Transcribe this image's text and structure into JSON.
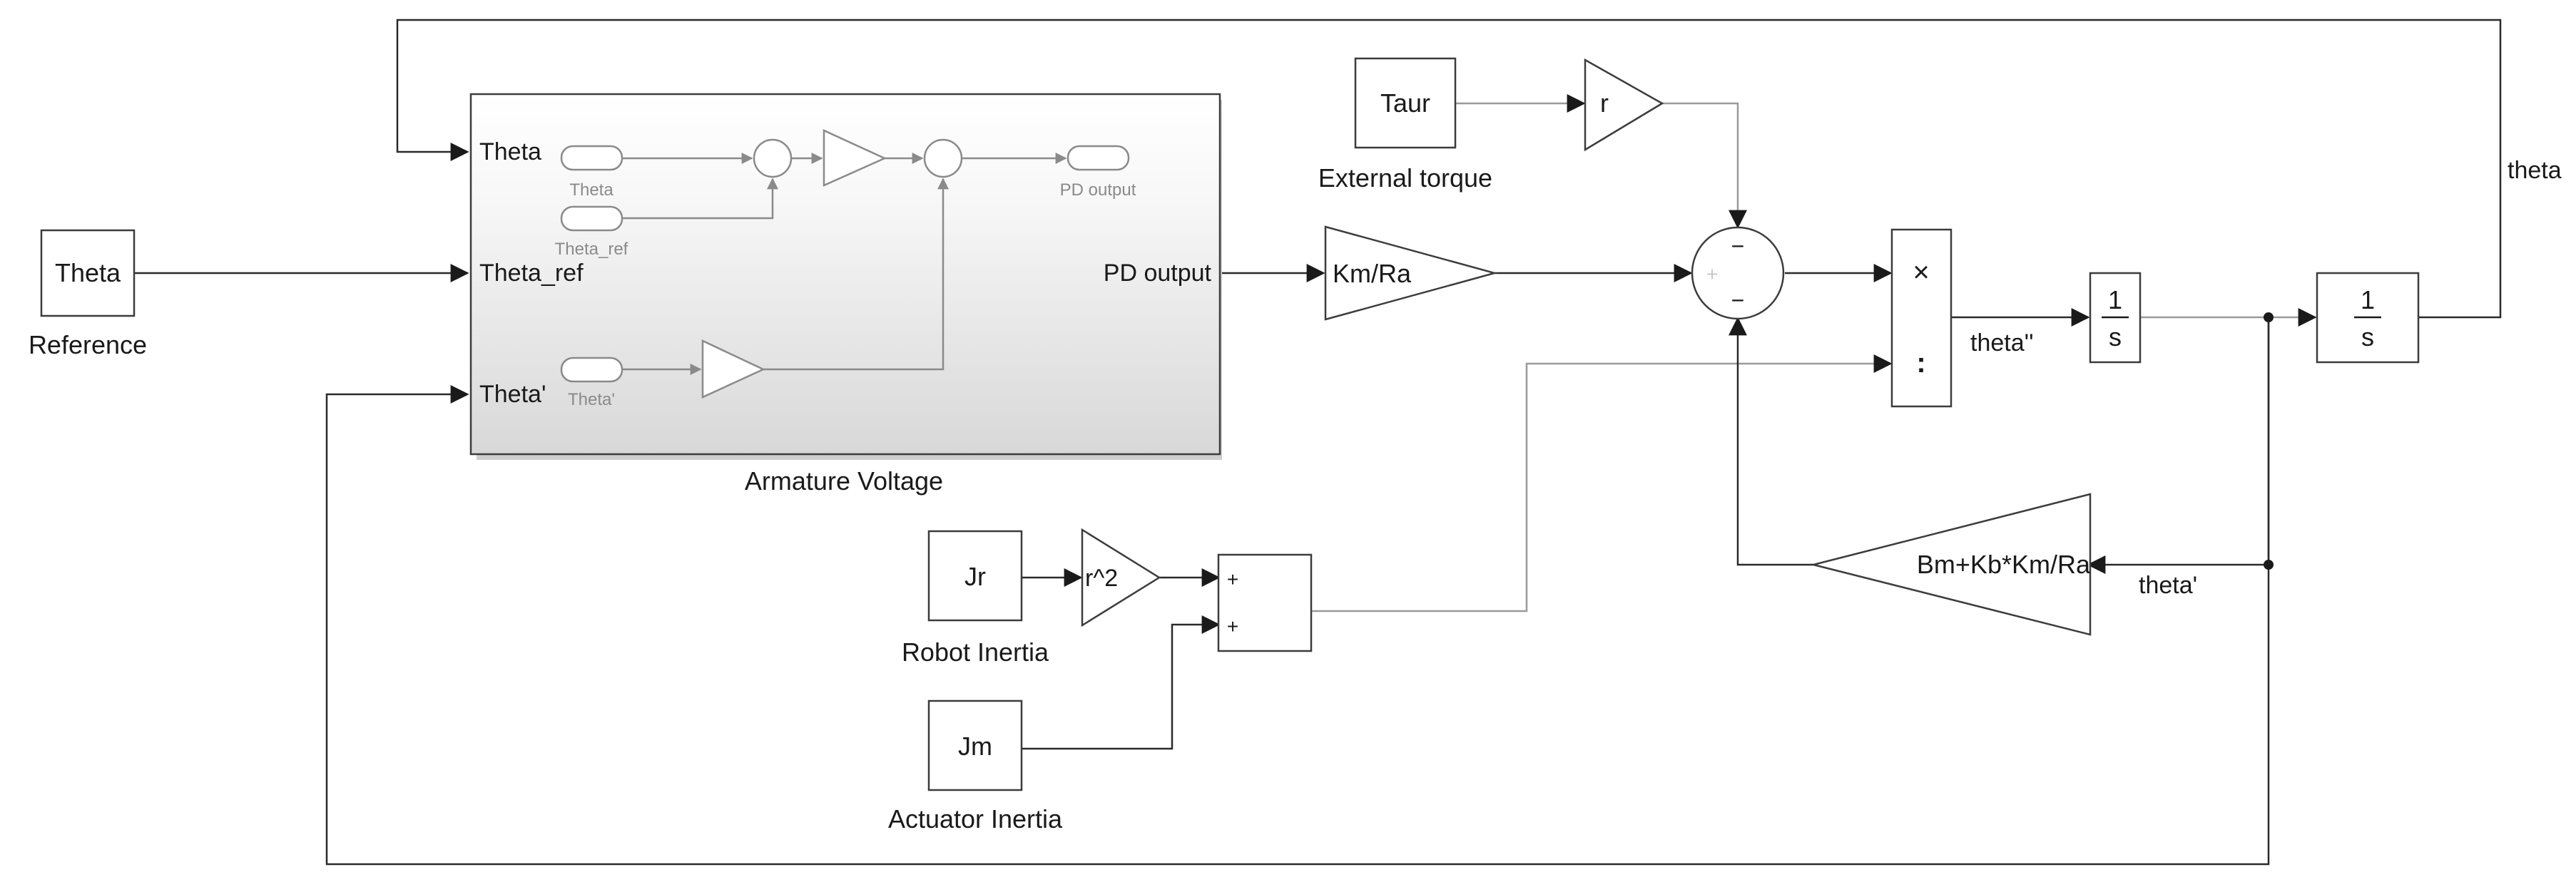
{
  "subsystem": {
    "name": "Armature Voltage",
    "inports": [
      "Theta",
      "Theta_ref",
      "Theta'"
    ],
    "outport": "PD output",
    "inner_from_tags": [
      "Theta",
      "Theta_ref",
      "Theta'"
    ],
    "inner_goto_tag": "PD output"
  },
  "constants": {
    "theta_ref": {
      "value": "Theta",
      "label": "Reference"
    },
    "taur": {
      "value": "Taur",
      "label": "External torque"
    },
    "jr": {
      "value": "Jr",
      "label": "Robot Inertia"
    },
    "jm": {
      "value": "Jm",
      "label": "Actuator Inertia"
    }
  },
  "gains": {
    "km_ra": "Km/Ra",
    "r": "r",
    "r2": "r^2",
    "damping": "Bm+Kb*Km/Ra"
  },
  "sum_signs": {
    "top": "−",
    "bottom": "−",
    "left": "+"
  },
  "adder_signs": [
    "+",
    "+"
  ],
  "product_ops": [
    "×",
    ":"
  ],
  "integrator": {
    "num": "1",
    "den": "s"
  },
  "signals": {
    "theta_ddot": "theta''",
    "theta_dot": "theta'",
    "theta": "theta"
  },
  "colors": {
    "line": "#2a2a2a",
    "grey_line": "#9a9a9a",
    "gradient_top": "#ffffff",
    "gradient_bottom": "#d8d8d8"
  }
}
